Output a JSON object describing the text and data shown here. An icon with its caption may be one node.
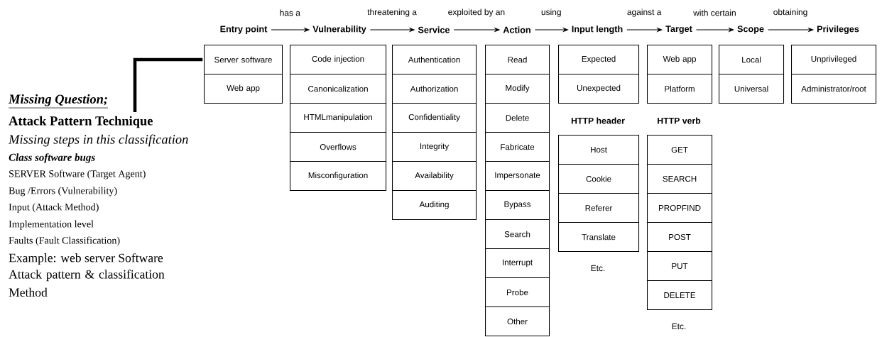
{
  "diagram": {
    "nodes": [
      {
        "text": [
          "Entry point"
        ]
      },
      {
        "text": [
          "Vulnerability"
        ]
      },
      {
        "text": [
          "Service"
        ]
      },
      {
        "text": [
          "Action"
        ]
      },
      {
        "text": [
          "Input length"
        ]
      },
      {
        "text": [
          "Target"
        ]
      },
      {
        "text": [
          "Scope"
        ]
      },
      {
        "text": [
          "Privileges"
        ]
      },
      {
        "text": [
          "Server software"
        ]
      },
      {
        "text": [
          "Web app"
        ]
      },
      {
        "text": [
          "Code injection"
        ]
      },
      {
        "text": [
          "Canonicalization"
        ]
      },
      {
        "text": [
          "HTMLmanipulation"
        ]
      },
      {
        "text": [
          "Overflows"
        ]
      },
      {
        "text": [
          "Misconfiguration"
        ]
      },
      {
        "text": [
          "Authentication"
        ]
      },
      {
        "text": [
          "Authorization"
        ]
      },
      {
        "text": [
          "Confidentiality"
        ]
      },
      {
        "text": [
          "Integrity"
        ]
      },
      {
        "text": [
          "Availability"
        ]
      },
      {
        "text": [
          "Auditing"
        ]
      },
      {
        "text": [
          "Read"
        ]
      },
      {
        "text": [
          "Modify"
        ]
      },
      {
        "text": [
          "Delete"
        ]
      },
      {
        "text": [
          "Fabricate"
        ]
      },
      {
        "text": [
          "Impersonate"
        ]
      },
      {
        "text": [
          "Bypass"
        ]
      },
      {
        "text": [
          "Search"
        ]
      },
      {
        "text": [
          "Interrupt"
        ]
      },
      {
        "text": [
          "Probe"
        ]
      },
      {
        "text": [
          "Other"
        ]
      },
      {
        "text": [
          "Expected"
        ]
      },
      {
        "text": [
          "Unexpected"
        ]
      },
      {
        "text": [
          "Host"
        ]
      },
      {
        "text": [
          "Cookie"
        ]
      },
      {
        "text": [
          "Referer"
        ]
      },
      {
        "text": [
          "Translate"
        ]
      },
      {
        "text": [
          "Web app"
        ]
      },
      {
        "text": [
          "Platform"
        ]
      },
      {
        "text": [
          "GET"
        ]
      },
      {
        "text": [
          "SEARCH"
        ]
      },
      {
        "text": [
          "PROPFIND"
        ]
      },
      {
        "text": [
          "POST"
        ]
      },
      {
        "text": [
          "PUT"
        ]
      },
      {
        "text": [
          "DELETE"
        ]
      },
      {
        "text": [
          "Local"
        ]
      },
      {
        "text": [
          "Universal"
        ]
      },
      {
        "text": [
          "Unprivileged"
        ]
      },
      {
        "text": [
          "Administrator/root"
        ]
      },
      {
        "text": [
          "Attack Pattern Technique"
        ]
      }
    ],
    "edges": [
      {
        "from": 0,
        "to": 1,
        "arrow": "to",
        "label": "has a"
      },
      {
        "from": 1,
        "to": 2,
        "arrow": "to",
        "label": "threatening a"
      },
      {
        "from": 2,
        "to": 3,
        "arrow": "to",
        "label": "exploited by an"
      },
      {
        "from": 3,
        "to": 4,
        "arrow": "to",
        "label": "using"
      },
      {
        "from": 4,
        "to": 5,
        "arrow": "to",
        "label": "against a"
      },
      {
        "from": 5,
        "to": 6,
        "arrow": "to",
        "label": "with certain"
      },
      {
        "from": 6,
        "to": 7,
        "arrow": "to",
        "label": "obtaining"
      },
      {
        "from": 49,
        "to": 8,
        "arrow": "none",
        "style": "thick"
      }
    ],
    "labels": [
      "HTTP header",
      "HTTP verb",
      "Etc.",
      "Etc.",
      "Missing Question;",
      "Missing steps in this classification",
      "Class software bugs",
      "SERVER Software (Target Agent)",
      "Bug /Errors (Vulnerability)",
      "Input (Attack Method)",
      "Implementation level",
      "Faults (Fault Classification)",
      "Example: web server Software",
      "Attack pattern & classification Method"
    ]
  }
}
